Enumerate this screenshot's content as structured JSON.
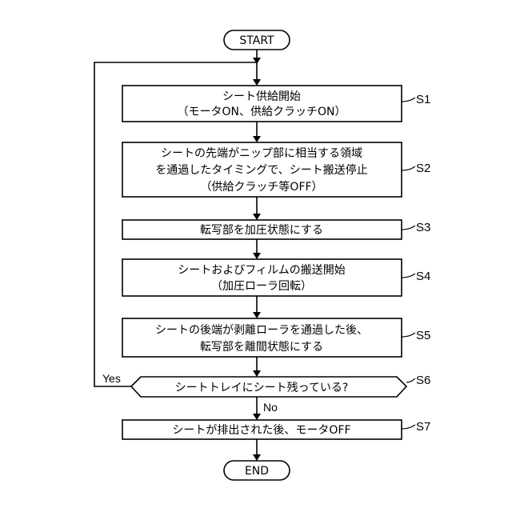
{
  "terminals": {
    "start": "START",
    "end": "END"
  },
  "steps": {
    "s1": {
      "label": "S1",
      "lines": [
        "シート供給開始",
        "（モータON、供給クラッチON）"
      ]
    },
    "s2": {
      "label": "S2",
      "lines": [
        "シートの先端がニップ部に相当する領域",
        "を通過したタイミングで、シート搬送停止",
        "（供給クラッチ等OFF）"
      ]
    },
    "s3": {
      "label": "S3",
      "lines": [
        "転写部を加圧状態にする"
      ]
    },
    "s4": {
      "label": "S4",
      "lines": [
        "シートおよびフィルムの搬送開始",
        "（加圧ローラ回転）"
      ]
    },
    "s5": {
      "label": "S5",
      "lines": [
        "シートの後端が剥離ローラを通過した後、",
        "転写部を離間状態にする"
      ]
    },
    "s6": {
      "label": "S6",
      "lines": [
        "シートトレイにシート残っている?"
      ]
    },
    "s7": {
      "label": "S7",
      "lines": [
        "シートが排出された後、モータOFF"
      ]
    }
  },
  "branches": {
    "yes": "Yes",
    "no": "No"
  }
}
